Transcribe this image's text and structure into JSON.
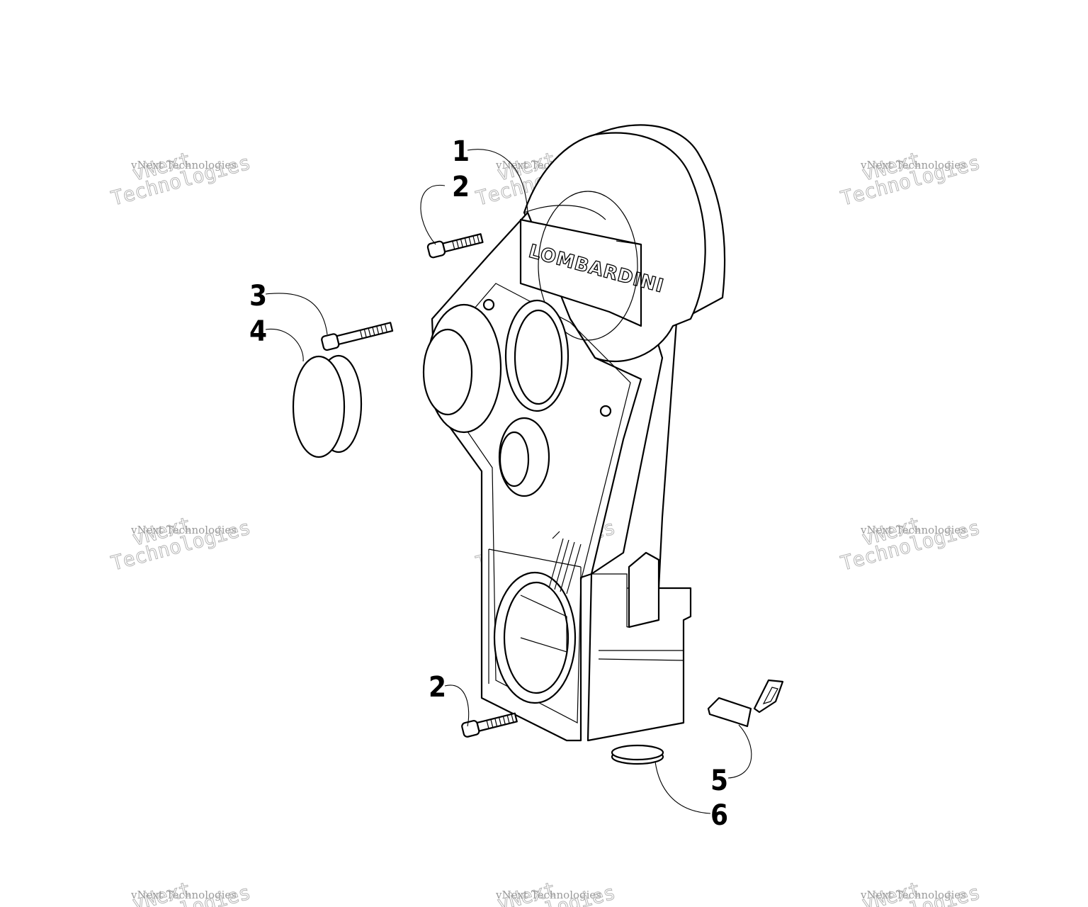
{
  "diagram": {
    "brand_text": "LOMBARDINI",
    "callouts": [
      {
        "id": "c1",
        "label": "1"
      },
      {
        "id": "c2a",
        "label": "2"
      },
      {
        "id": "c3",
        "label": "3"
      },
      {
        "id": "c4",
        "label": "4"
      },
      {
        "id": "c2b",
        "label": "2"
      },
      {
        "id": "c5",
        "label": "5"
      },
      {
        "id": "c6",
        "label": "6"
      }
    ]
  },
  "watermark": {
    "line_small": "vNext Technologies",
    "word_1": "vNext",
    "word_2": "Technologies"
  }
}
